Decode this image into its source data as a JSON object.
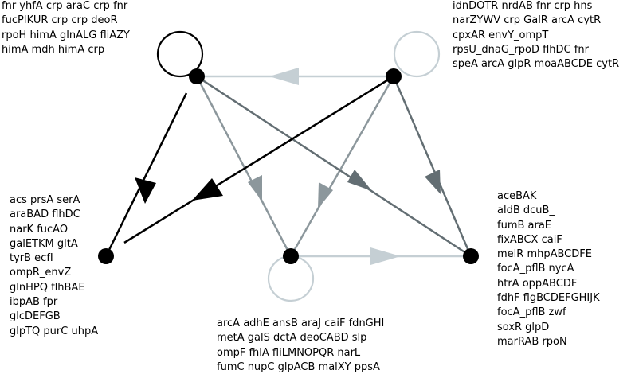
{
  "colors": {
    "black": "#000000",
    "dark_gray": "#636e73",
    "mid_gray": "#8c979c",
    "light_gray": "#c5cfd4"
  },
  "labels": {
    "top_left": [
      "fnr yhfA crp araC crp fnr",
      "fucPIKUR crp crp deoR",
      "rpoH himA glnALG fliAZY",
      "himA mdh himA crp"
    ],
    "top_right": [
      "idnDOTR nrdAB fnr crp hns",
      "narZYWV crp GalR arcA cytR",
      "cpxAR envY_ompT",
      "rpsU_dnaG_rpoD flhDC fnr",
      "speA arcA glpR moaABCDE cytR"
    ],
    "bottom_left": [
      "acs prsA serA",
      "araBAD flhDC",
      "narK fucAO",
      "galETKM gltA",
      "tyrB ecfI",
      "ompR_envZ",
      "glnHPQ flhBAE",
      "ibpAB fpr",
      "glcDEFGB",
      "glpTQ purC uhpA"
    ],
    "bottom_center": [
      "arcA adhE ansB araJ caiF fdnGHI",
      "metA galS dctA deoCABD slp",
      "ompF fhlA fliLMNOPQR narL",
      "fumC nupC glpACB malXY ppsA"
    ],
    "bottom_right": [
      "aceBAK",
      "aldB dcuB_",
      "fumB araE",
      "fixABCX caiF",
      "melR mhpABCDFE",
      "focA_pflB nycA",
      "htrA oppABCDF",
      "fdhF flgBCDEFGHIJK",
      "focA_pflB zwf",
      "soxR glpD",
      "marRAB rpoN"
    ]
  }
}
